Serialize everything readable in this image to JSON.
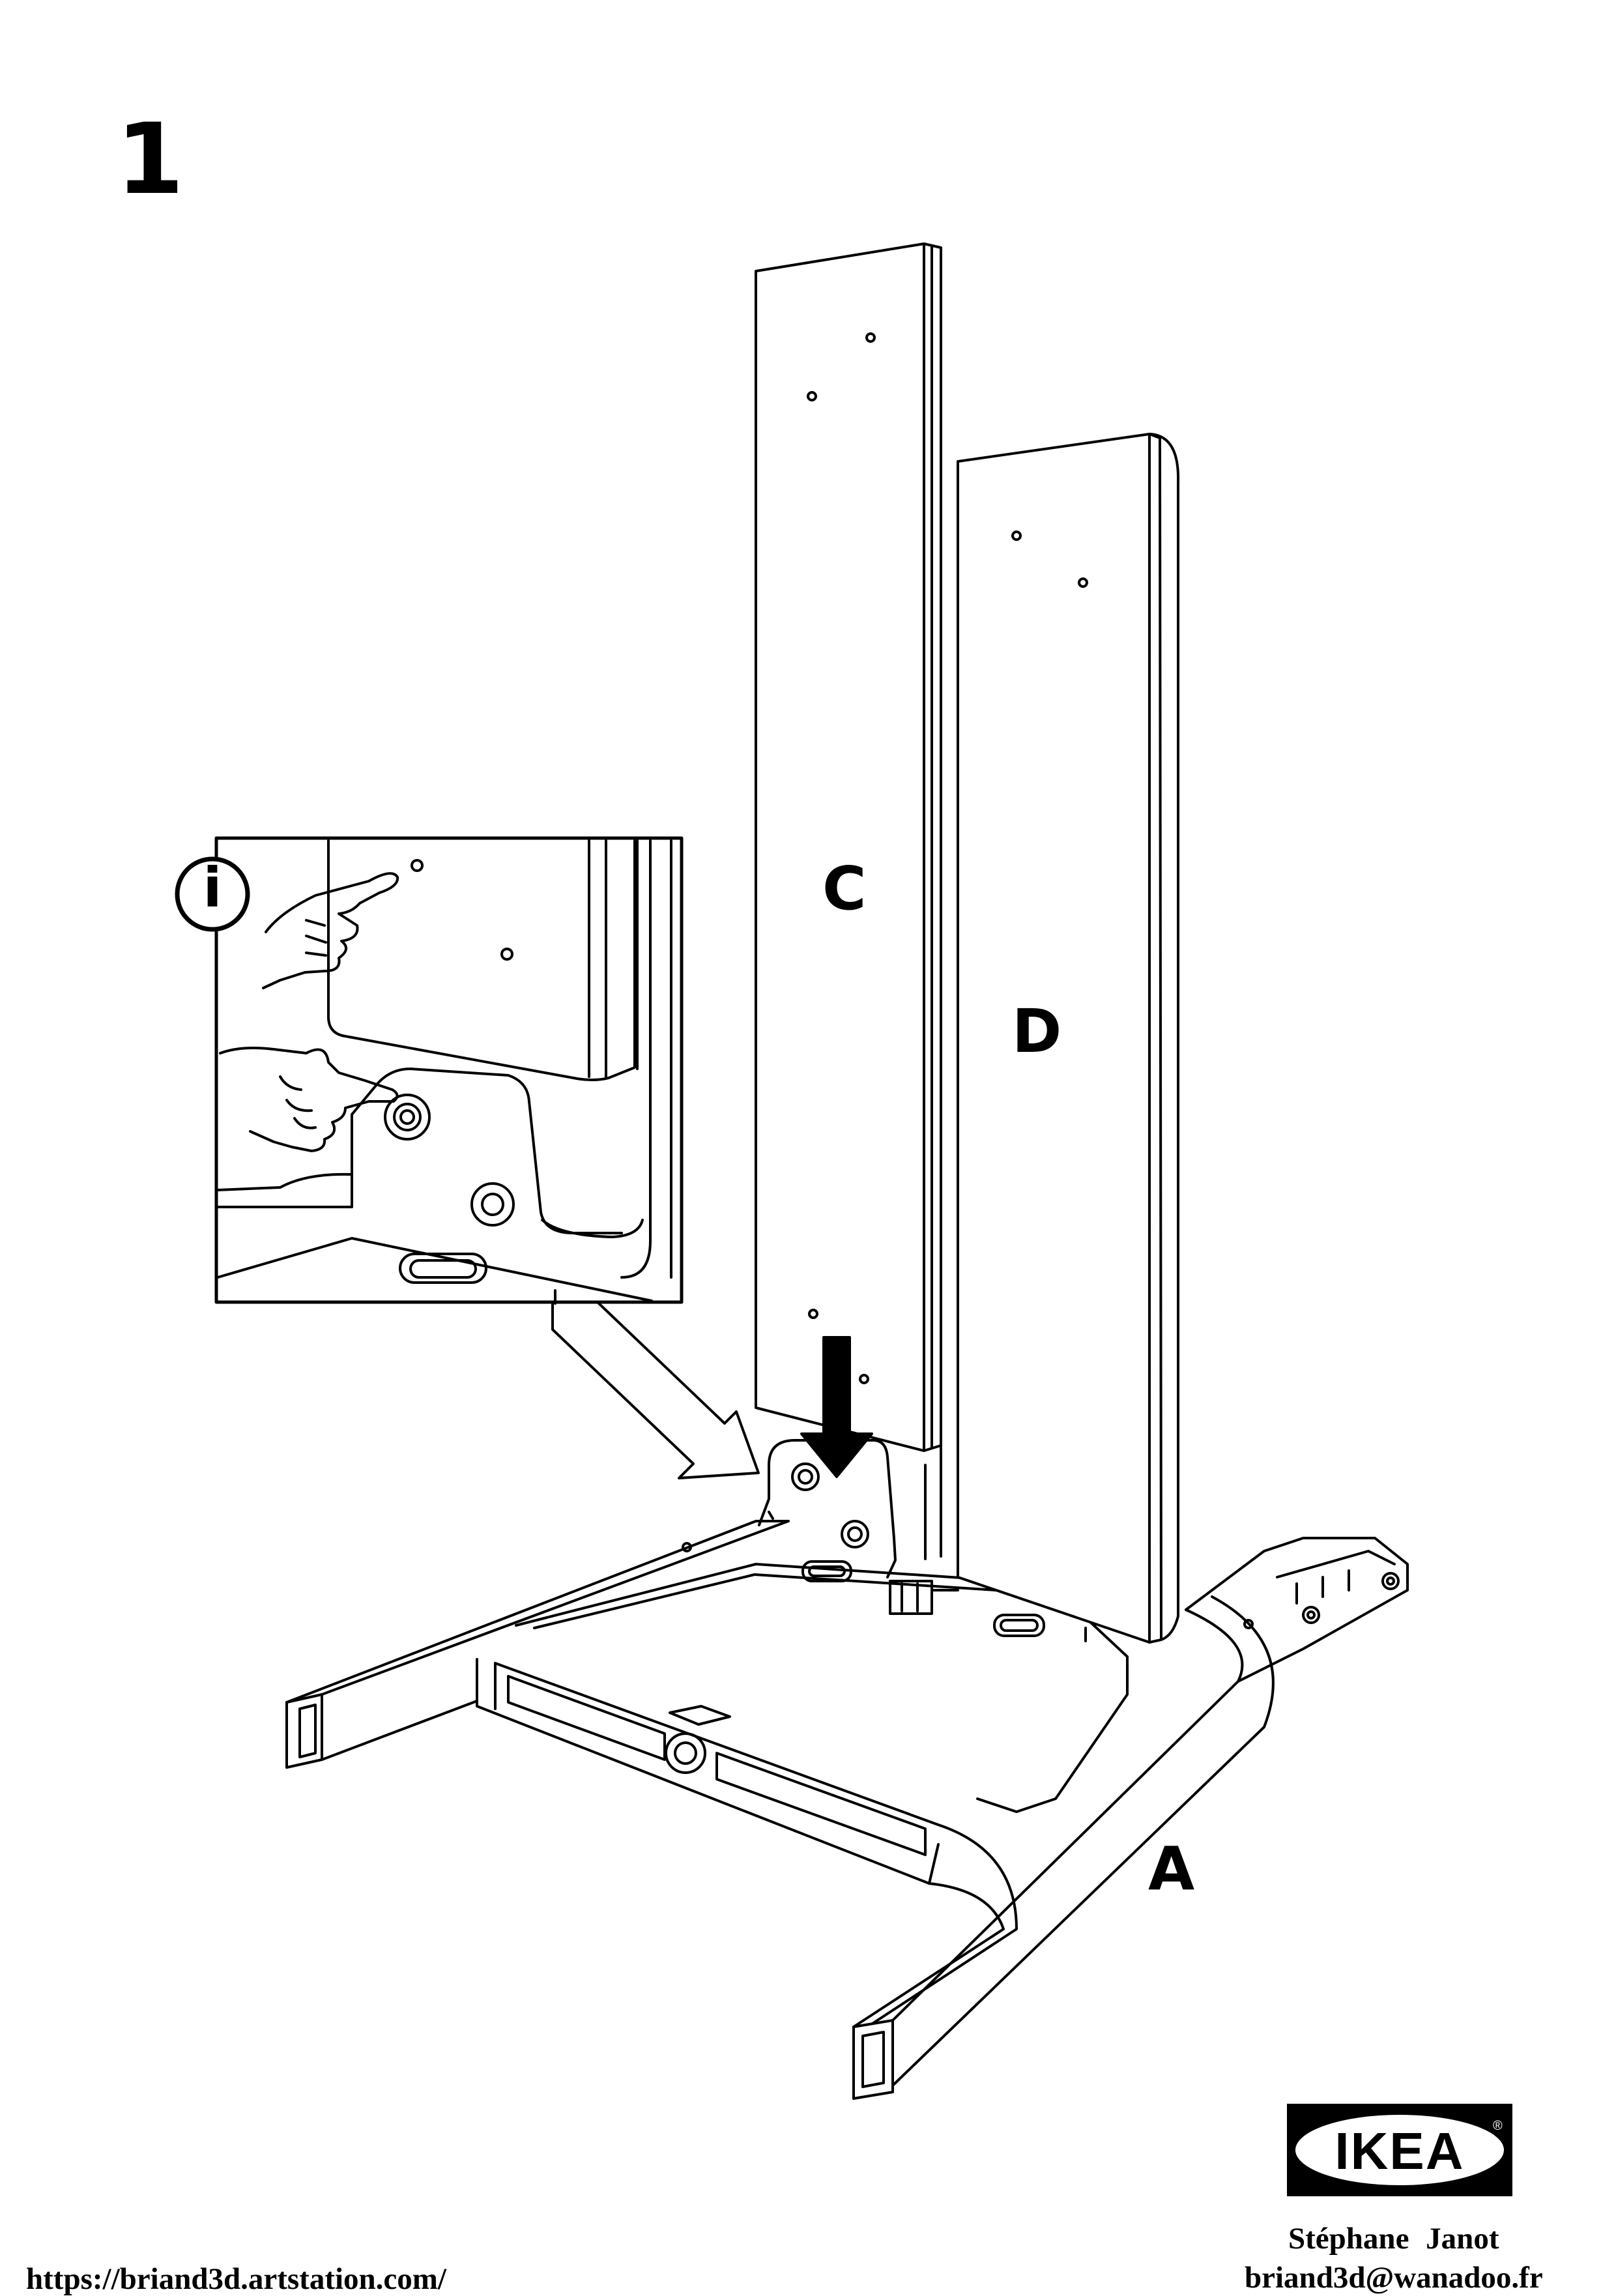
{
  "step": {
    "number": "1"
  },
  "parts": {
    "c": "C",
    "d": "D",
    "a": "A"
  },
  "info": {
    "icon_glyph": "i",
    "icon_name": "info-icon"
  },
  "brand": {
    "logo_text": "IKEA",
    "logo_mark": "®",
    "logo_color": "#000000"
  },
  "footer": {
    "author_name": "Stéphane  Janot",
    "author_email": "briand3d@wanadoo.fr",
    "website": "https://briand3d.artstation.com/"
  }
}
